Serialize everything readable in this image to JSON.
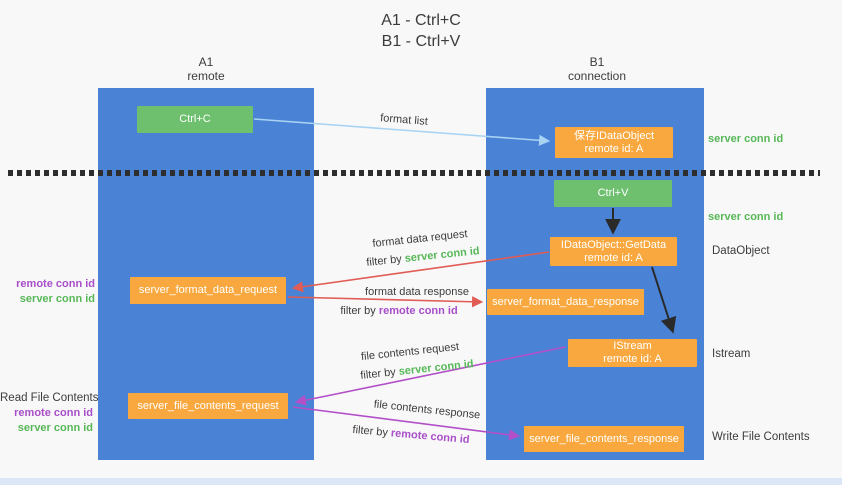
{
  "title": {
    "line1": "A1 - Ctrl+C",
    "line2": "B1 - Ctrl+V"
  },
  "lanes": {
    "left": {
      "name": "A1",
      "role": "remote"
    },
    "right": {
      "name": "B1",
      "role": "connection"
    }
  },
  "nodes": {
    "ctrl_c": {
      "label": "Ctrl+C"
    },
    "save_dataobject": {
      "line1": "保存IDataObject",
      "line2": "remote id: A"
    },
    "ctrl_v": {
      "label": "Ctrl+V"
    },
    "getdata": {
      "line1": "IDataObject::GetData",
      "line2": "remote id: A"
    },
    "istream": {
      "line1": "IStream",
      "line2": "remote id: A"
    },
    "server_format_data_request": {
      "label": "server_format_data_request"
    },
    "server_format_data_response": {
      "label": "server_format_data_response"
    },
    "server_file_contents_request": {
      "label": "server_file_contents_request"
    },
    "server_file_contents_response": {
      "label": "server_file_contents_response"
    }
  },
  "arrow_labels": {
    "format_list": "format list",
    "format_data_request": "format data request",
    "format_data_response": "format data response",
    "file_contents_request": "file contents request",
    "file_contents_response": "file contents response",
    "filter_prefix": "filter by",
    "server_conn_id": "server conn id",
    "remote_conn_id": "remote conn id"
  },
  "side_labels": {
    "server_conn_id_1": "server conn id",
    "server_conn_id_2": "server conn id",
    "dataobject": "DataObject",
    "istream": "Istream",
    "write_file_contents": "Write File Contents",
    "read_file_contents": "Read File Contents",
    "remote_conn_id_left_1": "remote conn id",
    "server_conn_id_left_1": "server conn id",
    "remote_conn_id_left_2": "remote conn id",
    "server_conn_id_left_2": "server conn id"
  },
  "colors": {
    "lane_blue": "#4a82d6",
    "node_green": "#6ec06f",
    "node_orange": "#f8a83e",
    "arrow_red": "#e05c54",
    "arrow_purple": "#b24fc8",
    "arrow_light_blue": "#a9d3f2",
    "arrow_black": "#2a2a2a",
    "text_green": "#57b857",
    "text_purple": "#a94ec9",
    "text_dark": "#3c3c3c",
    "background": "#f8f8f9"
  }
}
